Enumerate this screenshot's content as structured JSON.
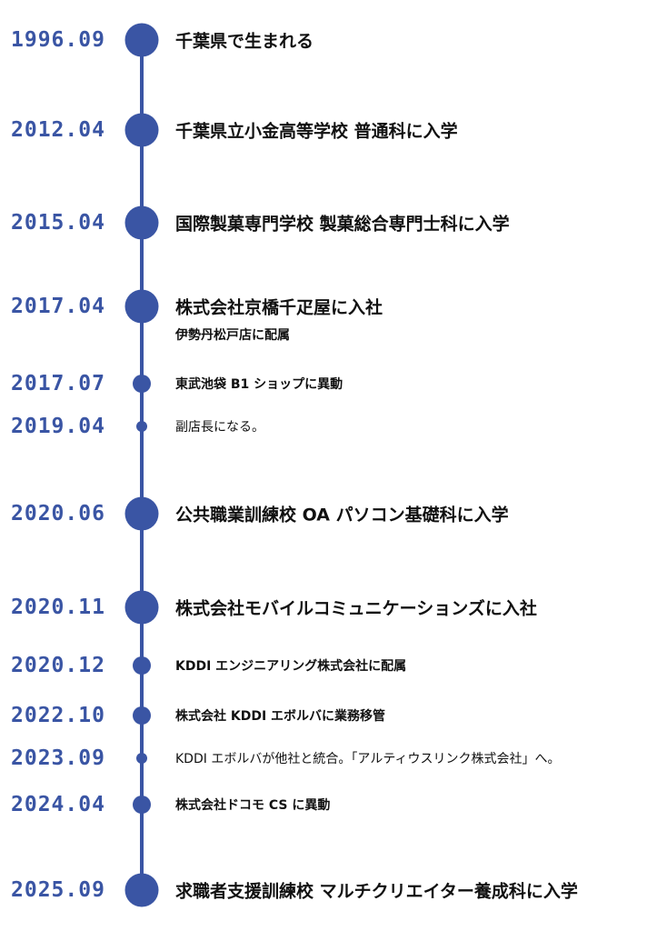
{
  "accent_color": "#3a55a4",
  "events": [
    {
      "date": "1996.09",
      "text": "千葉県で生まれる"
    },
    {
      "date": "2012.04",
      "text": "千葉県立小金高等学校 普通科に入学"
    },
    {
      "date": "2015.04",
      "text": "国際製菓専門学校 製菓総合専門士科に入学"
    },
    {
      "date": "2017.04",
      "text": "株式会社京橋千疋屋に入社",
      "sub": "伊勢丹松戸店に配属"
    },
    {
      "date": "2017.07",
      "text": "東武池袋 B1 ショップに異動"
    },
    {
      "date": "2019.04",
      "text": "副店長になる。"
    },
    {
      "date": "2020.06",
      "text": "公共職業訓練校 OA パソコン基礎科に入学"
    },
    {
      "date": "2020.11",
      "text": "株式会社モバイルコミュニケーションズに入社"
    },
    {
      "date": "2020.12",
      "text": "KDDI エンジニアリング株式会社に配属"
    },
    {
      "date": "2022.10",
      "text": "株式会社 KDDI エボルバに業務移管"
    },
    {
      "date": "2023.09",
      "text": "KDDI エボルバが他社と統合。「アルティウスリンク株式会社」へ。"
    },
    {
      "date": "2024.04",
      "text": "株式会社ドコモ CS に異動"
    },
    {
      "date": "2025.09",
      "text": "求職者支援訓練校 マルチクリエイター養成科に入学"
    }
  ]
}
